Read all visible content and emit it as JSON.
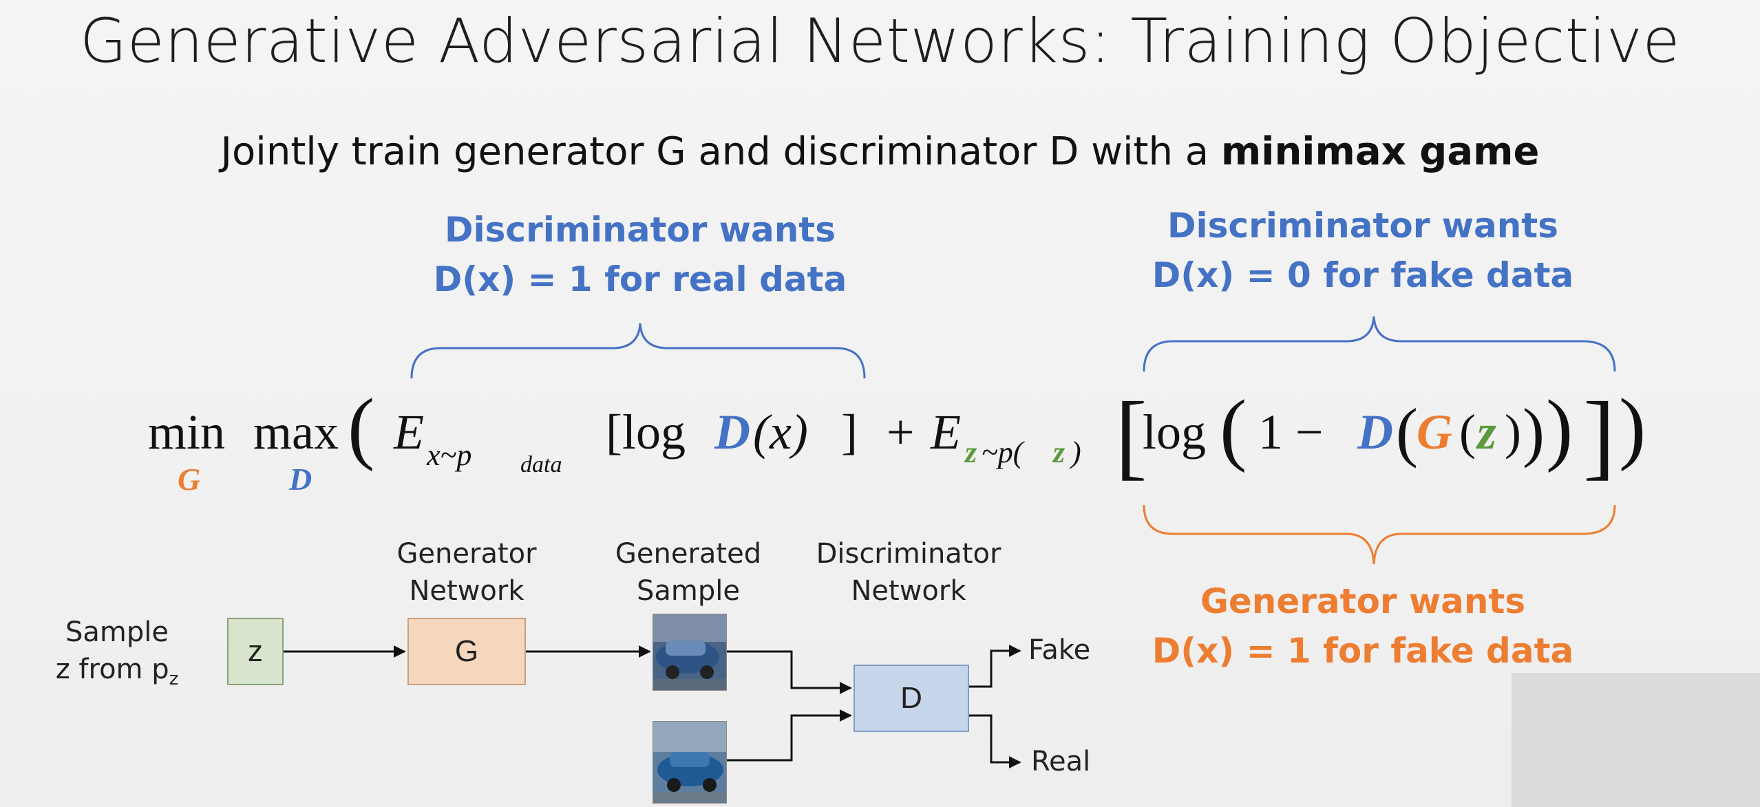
{
  "title": "Generative Adversarial Networks: Training Objective",
  "subtitle": {
    "prefix": "Jointly train generator G and discriminator D with a ",
    "bold": "minimax game"
  },
  "annotations": {
    "disc_real": {
      "line1": "Discriminator wants",
      "line2": "D(x) = 1 for real data"
    },
    "disc_fake": {
      "line1": "Discriminator wants",
      "line2": "D(x) = 0 for fake data"
    },
    "gen_fake": {
      "line1": "Generator wants",
      "line2": "D(x) = 1 for fake data"
    }
  },
  "equation": {
    "min": "min",
    "min_sub": "G",
    "max": "max",
    "max_sub": "D",
    "open_paren": "(",
    "close_paren": ")",
    "E1": "E",
    "E1_sub": "x~p",
    "E1_subsub": "data",
    "term1_open": "[log ",
    "D": "D",
    "x_arg": "(x)",
    "term1_close": "]",
    "plus": "+",
    "E2": "E",
    "E2_sub_z": "z",
    "E2_sub_mid": "~p(",
    "E2_sub_z2": "z",
    "E2_sub_close": ")",
    "term2_open": "[",
    "log": "log",
    "inner_open": "(",
    "one_minus": "1 −",
    "D2": "D",
    "p_open": "(",
    "G": "G",
    "z": "z",
    "p_close": ")",
    "inner_close": ")",
    "term2_close": "]"
  },
  "diagram": {
    "sample_label": {
      "line1": "Sample",
      "line2_prefix": "z from p",
      "line2_sub": "z"
    },
    "z_box": "z",
    "generator_label": {
      "line1": "Generator",
      "line2": "Network"
    },
    "g_box": "G",
    "generated_label": {
      "line1": "Generated",
      "line2": "Sample"
    },
    "discriminator_label": {
      "line1": "Discriminator",
      "line2": "Network"
    },
    "d_box": "D",
    "out_fake": "Fake",
    "out_real": "Real"
  },
  "colors": {
    "blue": "#4472c4",
    "orange": "#ed7d31",
    "green": "#5a9a3c"
  }
}
